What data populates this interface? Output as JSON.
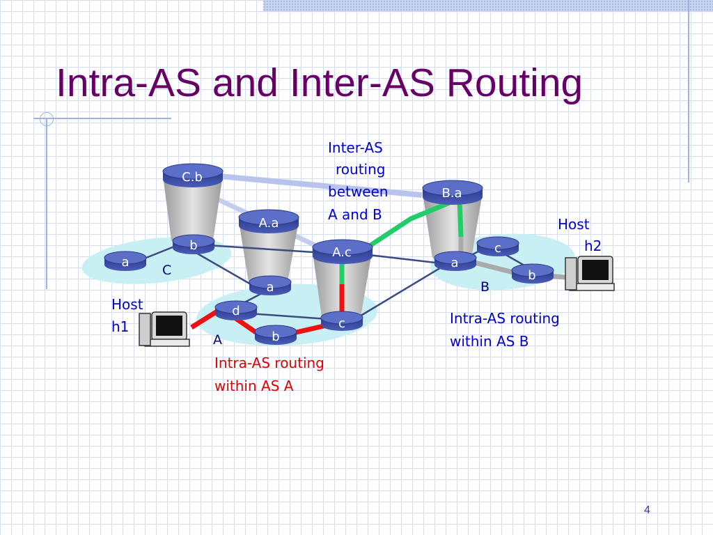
{
  "slide": {
    "title": "Intra-AS and Inter-AS Routing",
    "page_number": "4"
  },
  "diagram": {
    "inter_as_note": [
      "Inter-AS",
      "routing",
      "between",
      "A and B"
    ],
    "intra_a_note": [
      "Intra-AS routing",
      "within AS A"
    ],
    "intra_b_note": [
      "Intra-AS routing",
      "within AS B"
    ],
    "host_h1": [
      "Host",
      "h1"
    ],
    "host_h2": [
      "Host",
      "h2"
    ],
    "as_labels": {
      "a": "A",
      "b": "B",
      "c": "C"
    },
    "routers": {
      "cb": "C.b",
      "aa": "A.a",
      "ac": "A.c",
      "ba": "B.a",
      "c_b": "b",
      "c_a": "a",
      "a_a": "a",
      "a_d": "d",
      "a_b": "b",
      "a_c": "c",
      "b_a": "a",
      "b_c": "c",
      "b_b": "b"
    },
    "colors": {
      "path_intra_a": "#ee1111",
      "path_inter": "#22cc66",
      "path_intra_b": "#aaaaaa",
      "inter_link": "#b8c4ec",
      "router_fill": "#3b4fa8",
      "as_cloud": "#c8f0f4",
      "text_blue": "#0000cc",
      "text_red": "#e00000",
      "title": "#660066"
    }
  }
}
